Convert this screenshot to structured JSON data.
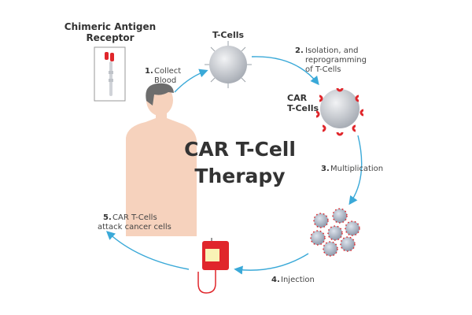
{
  "title": {
    "line1": "CAR T-Cell",
    "line2": "Therapy"
  },
  "receptor": {
    "line1": "Chimeric Antigen",
    "line2": "Receptor"
  },
  "tcells_label": "T-Cells",
  "car_tcells_label": {
    "line1": "CAR",
    "line2": "T-Cells"
  },
  "steps": [
    {
      "num": "1.",
      "lines": [
        "Collect",
        "Blood"
      ]
    },
    {
      "num": "2.",
      "lines": [
        "Isolation, and",
        "reprogramming",
        "of T-Cells"
      ]
    },
    {
      "num": "3.",
      "lines": [
        "Multiplication"
      ]
    },
    {
      "num": "4.",
      "lines": [
        "Injection"
      ]
    },
    {
      "num": "5.",
      "lines": [
        "CAR T-Cells",
        "attack cancer cells"
      ]
    }
  ],
  "colors": {
    "arrow": "#3aa9d8",
    "receptor_red": "#e0262b",
    "skin": "#f6d2bd",
    "hair": "#6d6d6d",
    "cell": "#c4c8cf"
  }
}
